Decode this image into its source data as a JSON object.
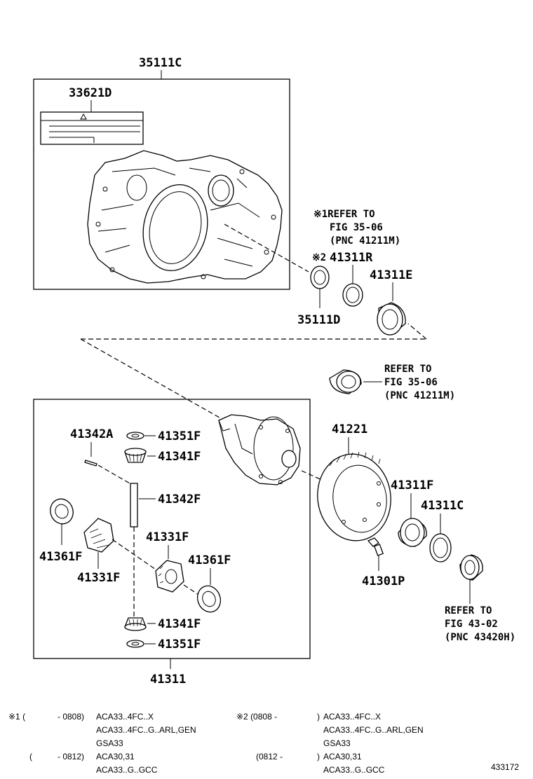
{
  "labels": {
    "p35111C": "35111C",
    "p33621D": "33621D",
    "p41311R": "41311R",
    "p41311E": "41311E",
    "p35111D": "35111D",
    "p41342A": "41342A",
    "p41351F_top": "41351F",
    "p41341F_top": "41341F",
    "p41342F": "41342F",
    "p41221": "41221",
    "p41311F": "41311F",
    "p41311C": "41311C",
    "p41331F_a": "41331F",
    "p41361F_left": "41361F",
    "p41361F_right": "41361F",
    "p41331F_b": "41331F",
    "p41301P": "41301P",
    "p41341F_bot": "41341F",
    "p41351F_bot": "41351F",
    "p41311": "41311"
  },
  "refs": {
    "ref1": [
      "※1REFER TO",
      "FIG 35-06",
      "(PNC 41211M)"
    ],
    "ref2_mark": "※2",
    "ref_mid": [
      "REFER TO",
      "FIG 35-06",
      "(PNC 41211M)"
    ],
    "ref_bot": [
      "REFER TO",
      "FIG 43-02",
      "(PNC 43420H)"
    ]
  },
  "notes": {
    "n1_mark": "※1 (",
    "n1_range": "- 0808)",
    "n1_models": [
      "ACA33..4FC..X",
      "ACA33..4FC..G..ARL,GEN",
      "GSA33"
    ],
    "n1b_mark": "(",
    "n1b_range": "- 0812)",
    "n1b_models": [
      "ACA30,31",
      "ACA33..G..GCC"
    ],
    "n2_mark": "※2 (0808 -",
    "n2_close": ")",
    "n2_models": [
      "ACA33..4FC..X",
      "ACA33..4FC..G..ARL,GEN",
      "GSA33"
    ],
    "n2b_mark": "(0812 -",
    "n2b_close": ")",
    "n2b_models": [
      "ACA30,31",
      "ACA33..G..GCC"
    ]
  },
  "figure_id": "433172"
}
